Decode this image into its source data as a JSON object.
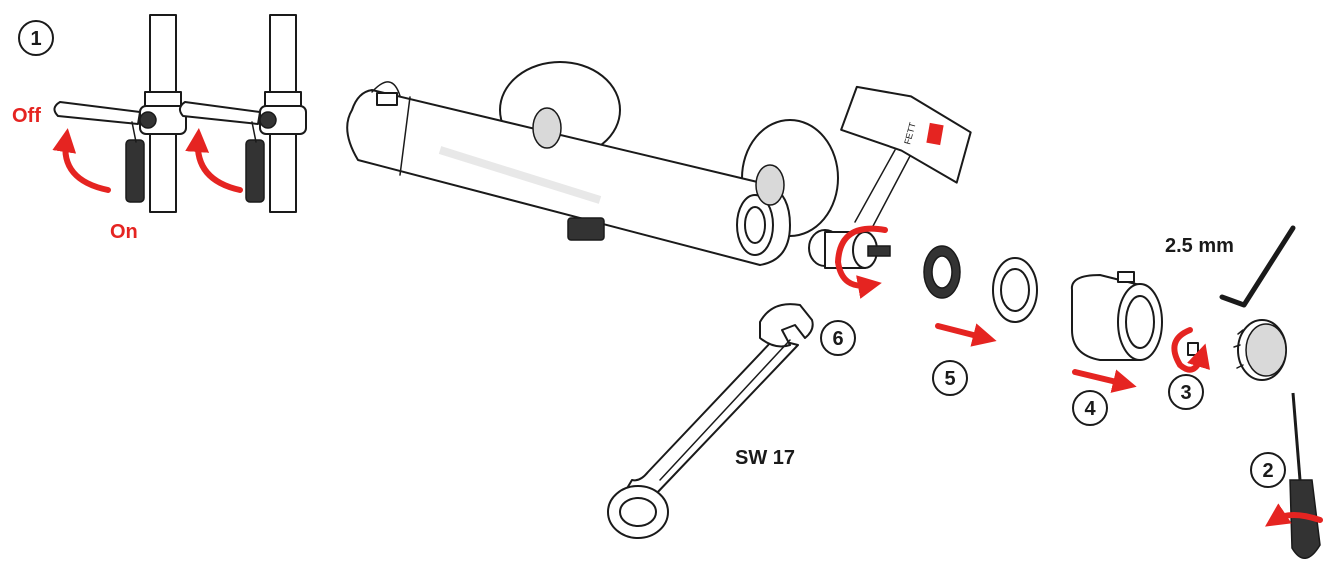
{
  "labels": {
    "off": "Off",
    "on": "On",
    "hex_key_size": "2.5 mm",
    "wrench_size": "SW 17",
    "tube_text": "FETT"
  },
  "steps": [
    "1",
    "2",
    "3",
    "4",
    "5",
    "6"
  ],
  "colors": {
    "accent": "#e52421",
    "line": "#1a1a1a",
    "background": "#ffffff"
  }
}
